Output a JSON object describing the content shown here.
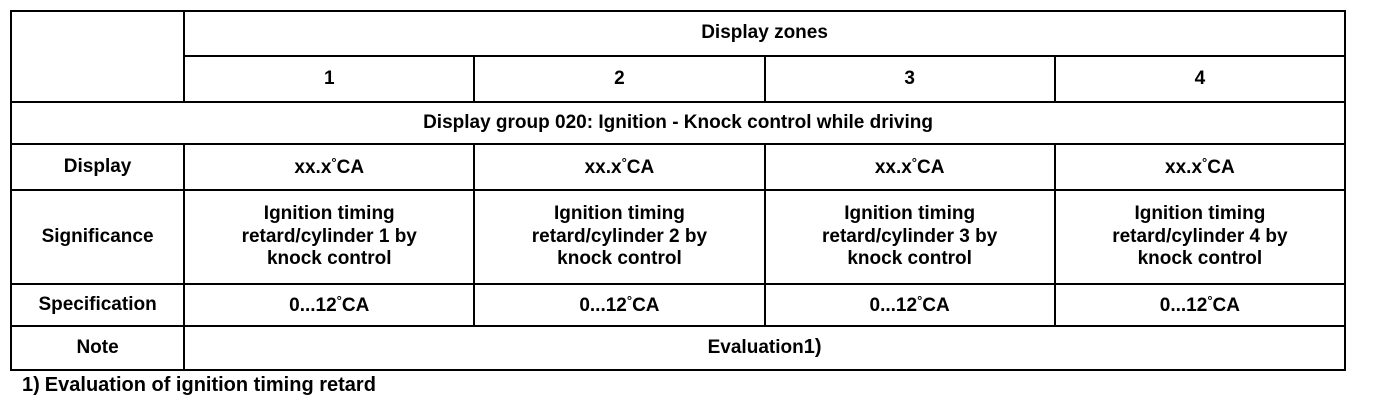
{
  "table": {
    "zones_header": "Display zones",
    "corner_label": "",
    "zone_numbers": [
      "1",
      "2",
      "3",
      "4"
    ],
    "group_title": "Display group 020: Ignition - Knock control while driving",
    "rows": [
      {
        "label": "Display",
        "cells": [
          {
            "value": "xx.x",
            "degree": "°",
            "unit": "CA"
          },
          {
            "value": "xx.x",
            "degree": "°",
            "unit": "CA"
          },
          {
            "value": "xx.x",
            "degree": "°",
            "unit": "CA"
          },
          {
            "value": "xx.x",
            "degree": "°",
            "unit": "CA"
          }
        ]
      },
      {
        "label": "Significance",
        "cells": [
          {
            "line1": "Ignition timing",
            "line2": "retard/cylinder 1 by",
            "line3": "knock control"
          },
          {
            "line1": "Ignition timing",
            "line2": "retard/cylinder 2 by",
            "line3": "knock control"
          },
          {
            "line1": "Ignition timing",
            "line2": "retard/cylinder 3 by",
            "line3": "knock control"
          },
          {
            "line1": "Ignition timing",
            "line2": "retard/cylinder 4 by",
            "line3": "knock control"
          }
        ]
      },
      {
        "label": "Specification",
        "cells": [
          {
            "value": "0...12",
            "degree": "°",
            "unit": "CA"
          },
          {
            "value": "0...12",
            "degree": "°",
            "unit": "CA"
          },
          {
            "value": "0...12",
            "degree": "°",
            "unit": "CA"
          },
          {
            "value": "0...12",
            "degree": "°",
            "unit": "CA"
          }
        ]
      }
    ],
    "note_row": {
      "label": "Note",
      "value": "Evaluation",
      "footnote_marker": "1)"
    }
  },
  "footnote": {
    "marker": "1)",
    "text": "Evaluation of ignition timing retard"
  }
}
